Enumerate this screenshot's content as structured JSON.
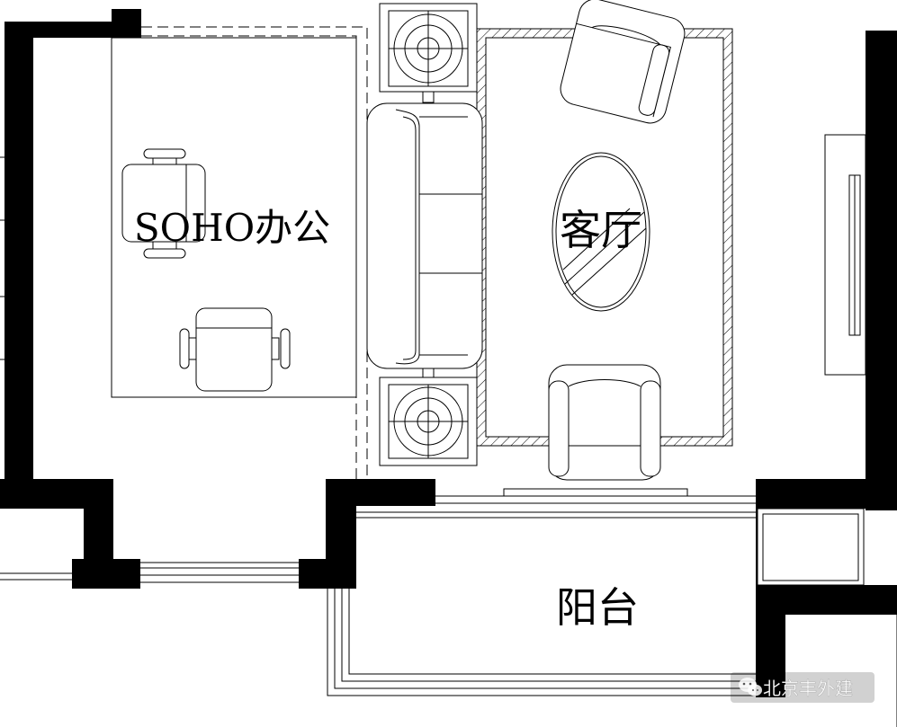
{
  "rooms": {
    "soho": "SOHO办公",
    "living": "客厅",
    "balcony": "阳台"
  },
  "watermark": {
    "text": "北京丰外建",
    "icon": "wechat-icon"
  },
  "colors": {
    "wall": "#000000",
    "line": "#000000",
    "background": "#ffffff"
  }
}
